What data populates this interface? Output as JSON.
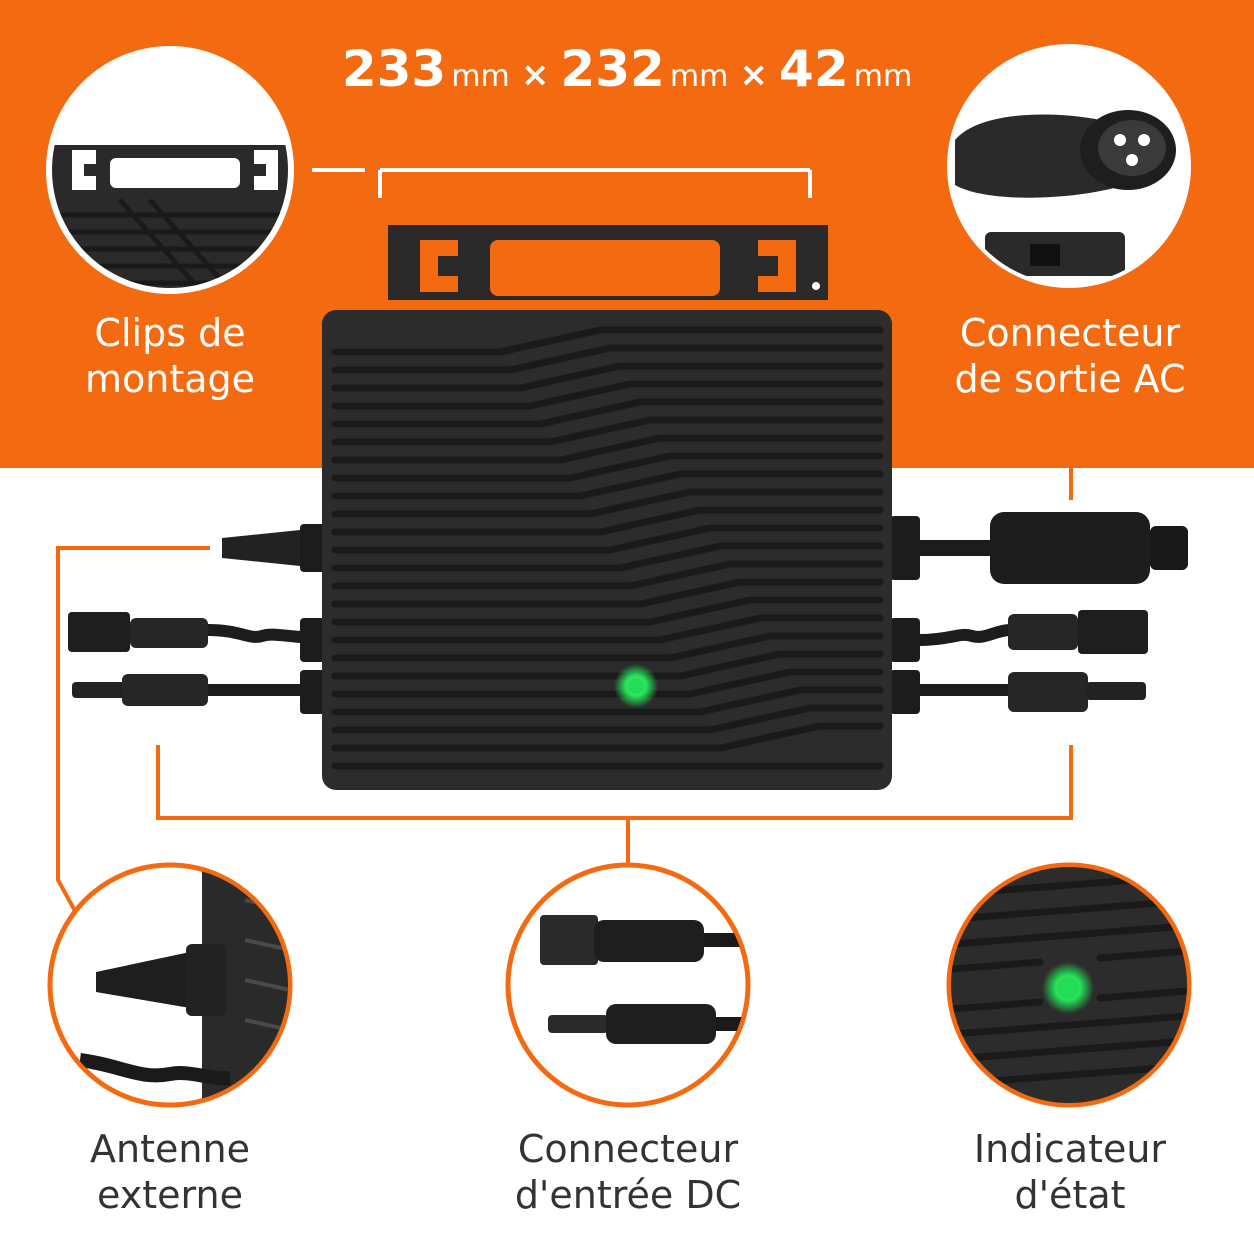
{
  "dimensions": {
    "width": "233",
    "width_unit": "mm",
    "depth": "232",
    "depth_unit": "mm",
    "height": "42",
    "height_unit": "mm",
    "separator": "×"
  },
  "callouts": {
    "mounting_clips": "Clips de\nmontage",
    "ac_output": "Connecteur\nde sortie AC",
    "antenna": "Antenne\nexterne",
    "dc_input": "Connecteur\nd'entrée DC",
    "status": "Indicateur\nd'état"
  },
  "colors": {
    "accent": "#f36a10",
    "device": "#2c2c2c",
    "led": "#22dd55",
    "text_dark": "#333333",
    "text_light": "#ffffff"
  },
  "icons": [
    "mounting-clip-icon",
    "ac-connector-icon",
    "antenna-icon",
    "dc-connector-icon",
    "status-led-icon"
  ]
}
